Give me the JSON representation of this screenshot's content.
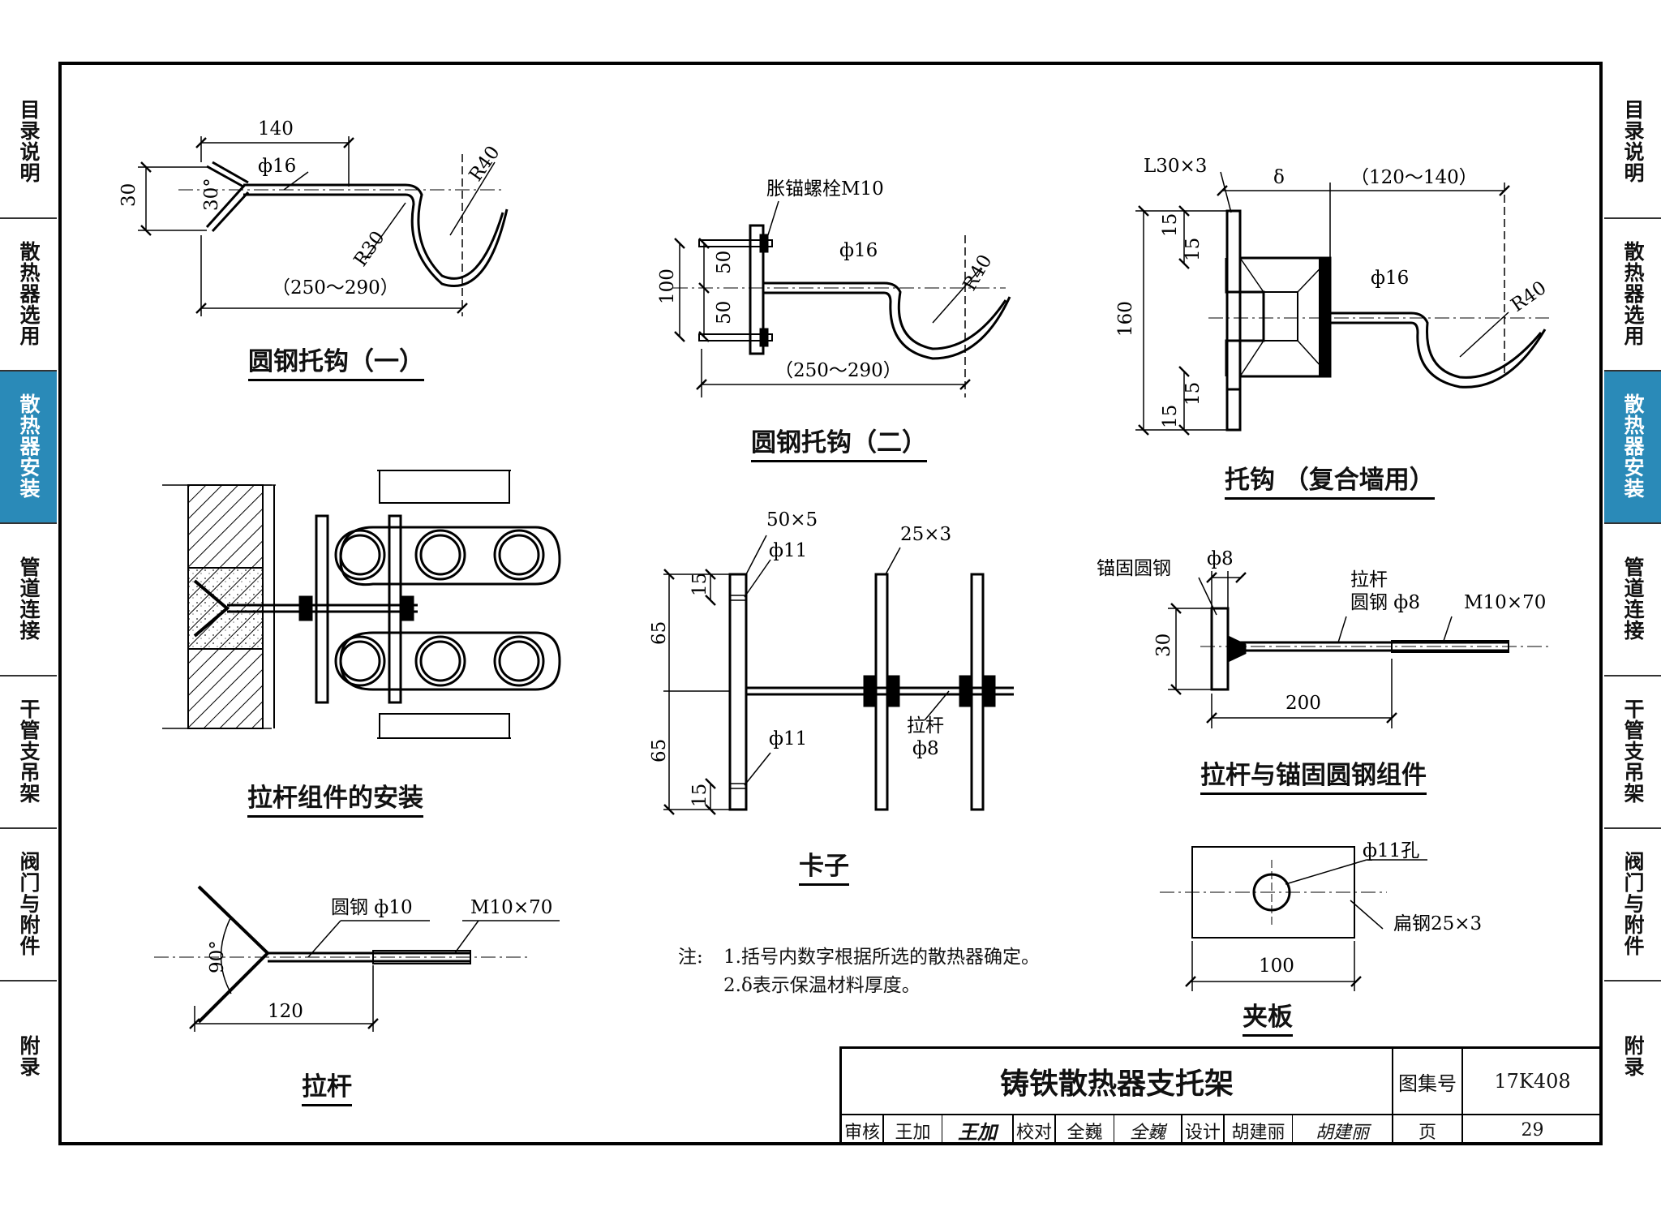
{
  "left_tabs": [
    {
      "label": "目录说明",
      "active": false
    },
    {
      "label": "散热器选用",
      "active": false
    },
    {
      "label": "散热器安装",
      "active": true
    },
    {
      "label": "管道连接",
      "active": false
    },
    {
      "label": "干管支吊架",
      "active": false
    },
    {
      "label": "阀门与附件",
      "active": false
    },
    {
      "label": "附录",
      "active": false
    }
  ],
  "right_tabs": [
    {
      "label": "目录说明",
      "active": false
    },
    {
      "label": "散热器选用",
      "active": false
    },
    {
      "label": "散热器安装",
      "active": true
    },
    {
      "label": "管道连接",
      "active": false
    },
    {
      "label": "干管支吊架",
      "active": false
    },
    {
      "label": "阀门与附件",
      "active": false
    },
    {
      "label": "附录",
      "active": false
    }
  ],
  "accent_color": "#2a8ab8",
  "drawings": {
    "hook1": {
      "caption": "圆钢托钩（一）",
      "dim_top": "140",
      "rod": "ф16",
      "height": "30",
      "angle": "30°",
      "r_big": "R40",
      "r_small": "R30",
      "length": "（250～290）"
    },
    "hook2": {
      "caption": "圆钢托钩（二）",
      "anchor": "胀锚螺栓M10",
      "rod": "ф16",
      "height": "100",
      "half1": "50",
      "half2": "50",
      "r_big": "R40",
      "length": "（250～290）"
    },
    "hook3": {
      "caption": "托钩 （复合墙用）",
      "angle_steel": "L30×3",
      "delta": "δ",
      "span": "（120～140）",
      "rod": "ф16",
      "height": "160",
      "d1": "15",
      "d2": "15",
      "d3": "15",
      "d4": "15",
      "r_big": "R40"
    },
    "assembly": {
      "caption": "拉杆组件的安装"
    },
    "clamp": {
      "caption": "卡子",
      "flat1": "50×5",
      "flat2": "25×3",
      "hole1": "ф11",
      "hole2": "ф11",
      "h1": "65",
      "h2": "65",
      "e1": "15",
      "e2": "15",
      "rod1": "拉杆",
      "rod2": "ф8"
    },
    "anchor_rod": {
      "caption": "拉杆与锚固圆钢组件",
      "anchor": "锚固圆钢",
      "dia": "ф8",
      "rod1": "拉杆",
      "rod2": "圆钢 ф8",
      "thread": "M10×70",
      "height": "30",
      "length": "200"
    },
    "plate": {
      "caption": "夹板",
      "hole": "ф11孔",
      "flat": "扁钢25×3",
      "width": "100"
    },
    "tierod": {
      "caption": "拉杆",
      "rod": "圆钢 ф10",
      "thread": "M10×70",
      "angle": "90°",
      "length": "120"
    }
  },
  "notes": {
    "prefix": "注:",
    "line1": "1.括号内数字根据所选的散热器确定。",
    "line2": "2.δ表示保温材料厚度。"
  },
  "title_block": {
    "title": "铸铁散热器支托架",
    "atlas_label": "图集号",
    "atlas_no": "17K408",
    "page_label": "页",
    "page_no": "29",
    "review_label": "审核",
    "reviewer": "王加",
    "review_sign": "王加",
    "check_label": "校对",
    "checker": "全巍",
    "check_sign": "全巍",
    "design_label": "设计",
    "designer": "胡建丽",
    "design_sign": "胡建丽"
  }
}
